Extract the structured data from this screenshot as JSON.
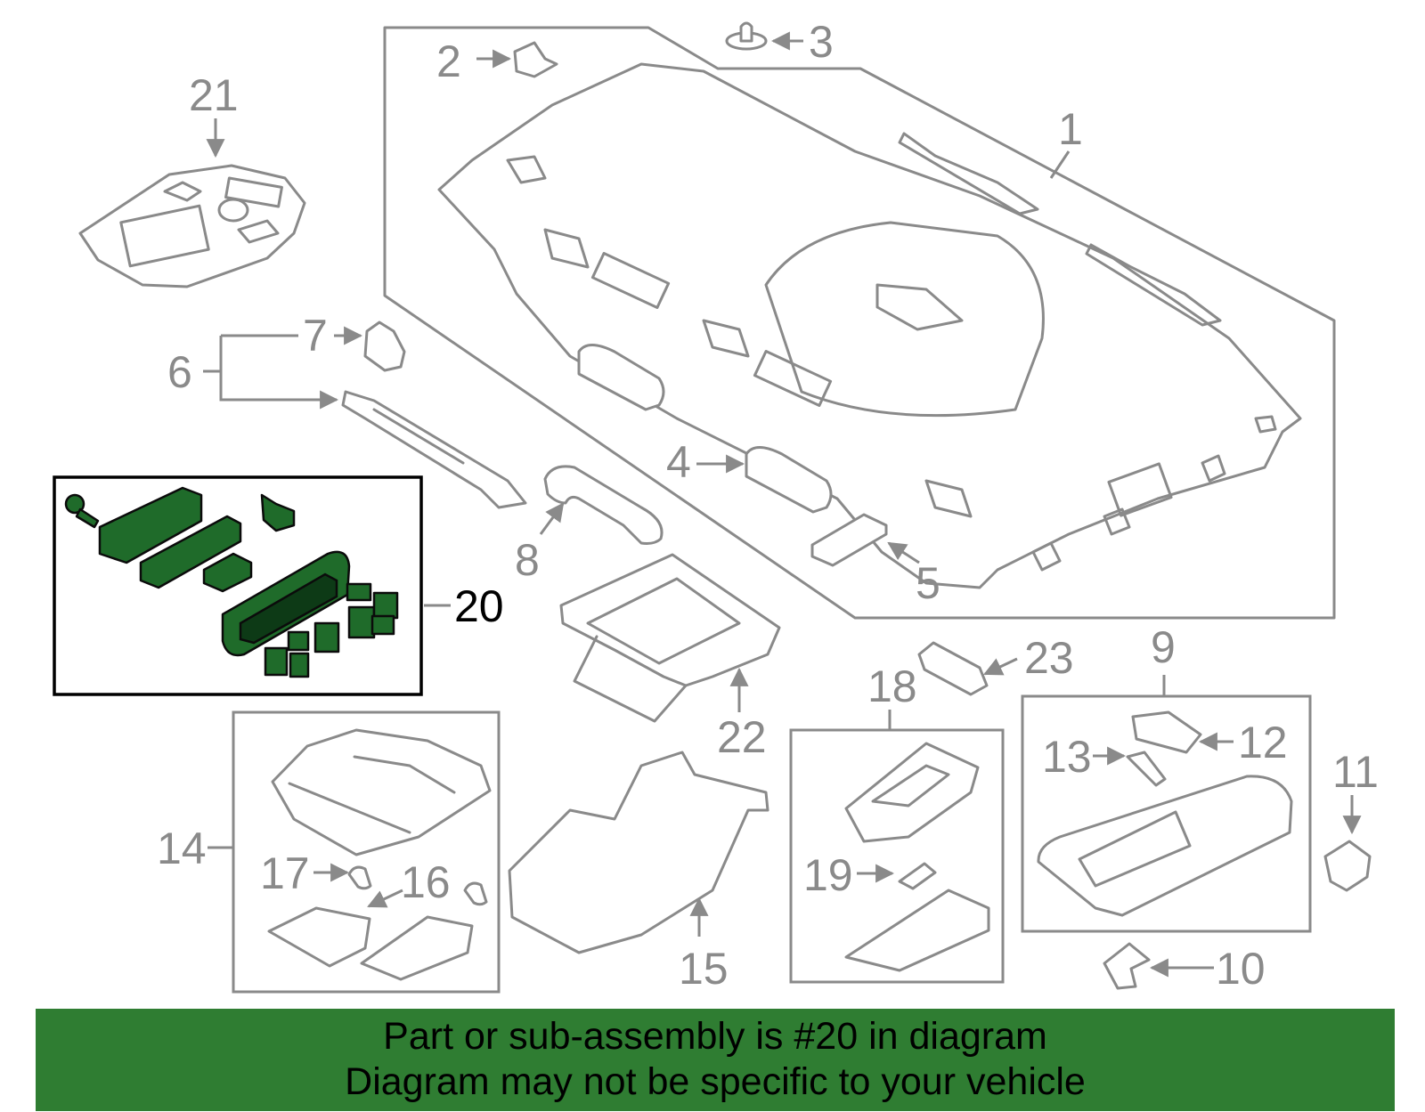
{
  "callouts": {
    "c1": "1",
    "c2": "2",
    "c3": "3",
    "c4": "4",
    "c5": "5",
    "c6": "6",
    "c7": "7",
    "c8": "8",
    "c9": "9",
    "c10": "10",
    "c11": "11",
    "c12": "12",
    "c13": "13",
    "c14": "14",
    "c15": "15",
    "c16": "16",
    "c17": "17",
    "c18": "18",
    "c19": "19",
    "c20": "20",
    "c21": "21",
    "c22": "22",
    "c23": "23"
  },
  "highlighted_part": "20",
  "colors": {
    "banner": "#2f7d32",
    "highlight_fill": "#1f6b2a",
    "line_art": "#8a8a8a"
  },
  "footer": {
    "line1": "Part or sub-assembly is #20 in diagram",
    "line2": "Diagram may not be specific to your vehicle"
  }
}
